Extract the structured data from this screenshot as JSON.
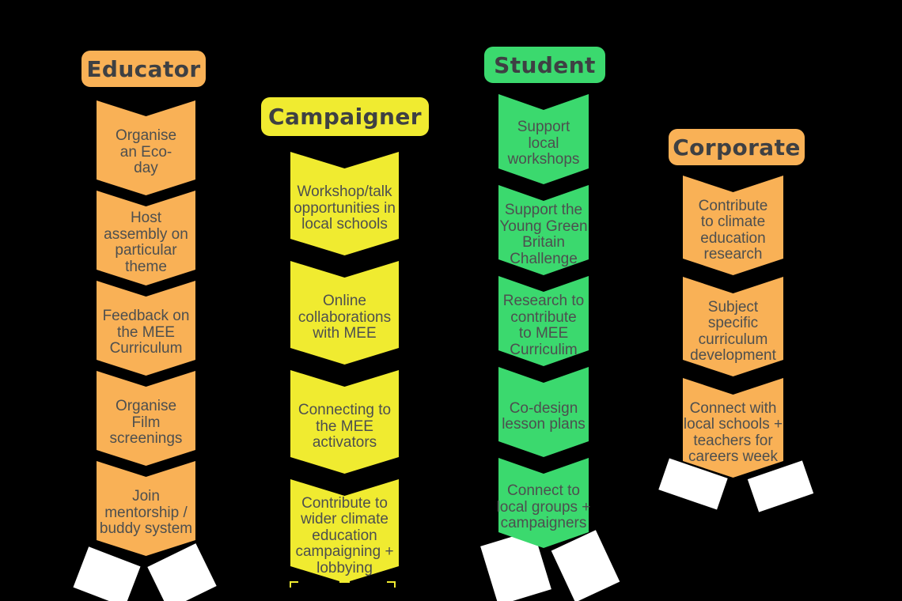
{
  "colors": {
    "background": "#000000",
    "orange": "#F9B156",
    "yellow": "#F0EB30",
    "green": "#3BD96E",
    "white_shapes": "#FFFFFF",
    "header_text": "#3E4043",
    "body_text": "#4D4F4F"
  },
  "columns": [
    {
      "role": "Educator",
      "color": "#F9B156",
      "items": [
        "Organise\nan Eco-\nday",
        "Host\nassembly on\nparticular\ntheme",
        "Feedback on\nthe MEE\nCurriculum",
        "Organise\nFilm\nscreenings",
        "Join\nmentorship /\nbuddy system"
      ]
    },
    {
      "role": "Campaigner",
      "color": "#F0EB30",
      "items": [
        "Workshop/talk\nopportunities in\nlocal schools",
        "Online\ncollaborations\nwith MEE",
        "Connecting to\nthe MEE\nactivators",
        "Contribute to\nwider climate\neducation\ncampaigning +\nlobbying"
      ]
    },
    {
      "role": "Student",
      "color": "#3BD96E",
      "items": [
        "Support\nlocal\nworkshops",
        "Support the\nYoung Green\nBritain\nChallenge",
        "Research  to\ncontribute\nto MEE\nCurriculim",
        "Co-design\nlesson plans",
        "Connect to\nlocal groups +\ncampaigners"
      ]
    },
    {
      "role": "Corporate",
      "color": "#F9B156",
      "items": [
        "Contribute\nto climate\neducation\nresearch",
        "Subject\nspecific\ncurriculum\ndevelopment",
        "Connect with\nlocal schools +\nteachers for\ncareers week"
      ]
    }
  ]
}
